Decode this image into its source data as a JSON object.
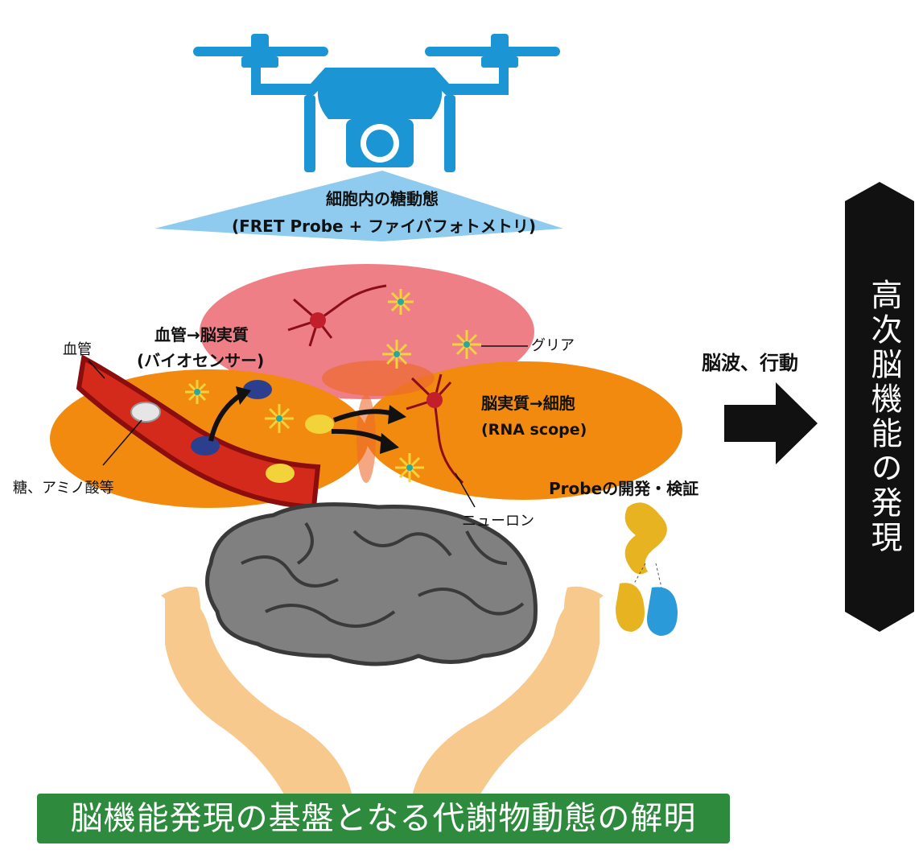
{
  "drone_caption": {
    "line1": "細胞内の糖動態",
    "line2": "(FRET Probe + ファイバフォトメトリ)"
  },
  "labels": {
    "vessel": "血管",
    "vessel_to_parenchyma_line1": "血管→脳実質",
    "vessel_to_parenchyma_line2": "(バイオセンサー)",
    "glia": "グリア",
    "parenchyma_to_cell_line1": "脳実質→細胞",
    "parenchyma_to_cell_line2": "(RNA scope)",
    "sugar_amino": "糖、アミノ酸等",
    "neuron": "ニューロン",
    "probe": "Probeの開発・検証",
    "brainwave": "脳波、行動"
  },
  "right_bar": {
    "text": "高次脳機能の発現"
  },
  "banner": {
    "text": "脳機能発現の基盤となる代謝物動態の解明"
  },
  "colors": {
    "drone": "#1b95d3",
    "beam": "#8fcbef",
    "pink_region": "#ef7f86",
    "orange_region": "#f28a0f",
    "vessel": "#d42a1c",
    "brain": "#808080",
    "hands": "#f7c98c",
    "banner": "#2e8b3e",
    "right_bar": "#111111"
  }
}
